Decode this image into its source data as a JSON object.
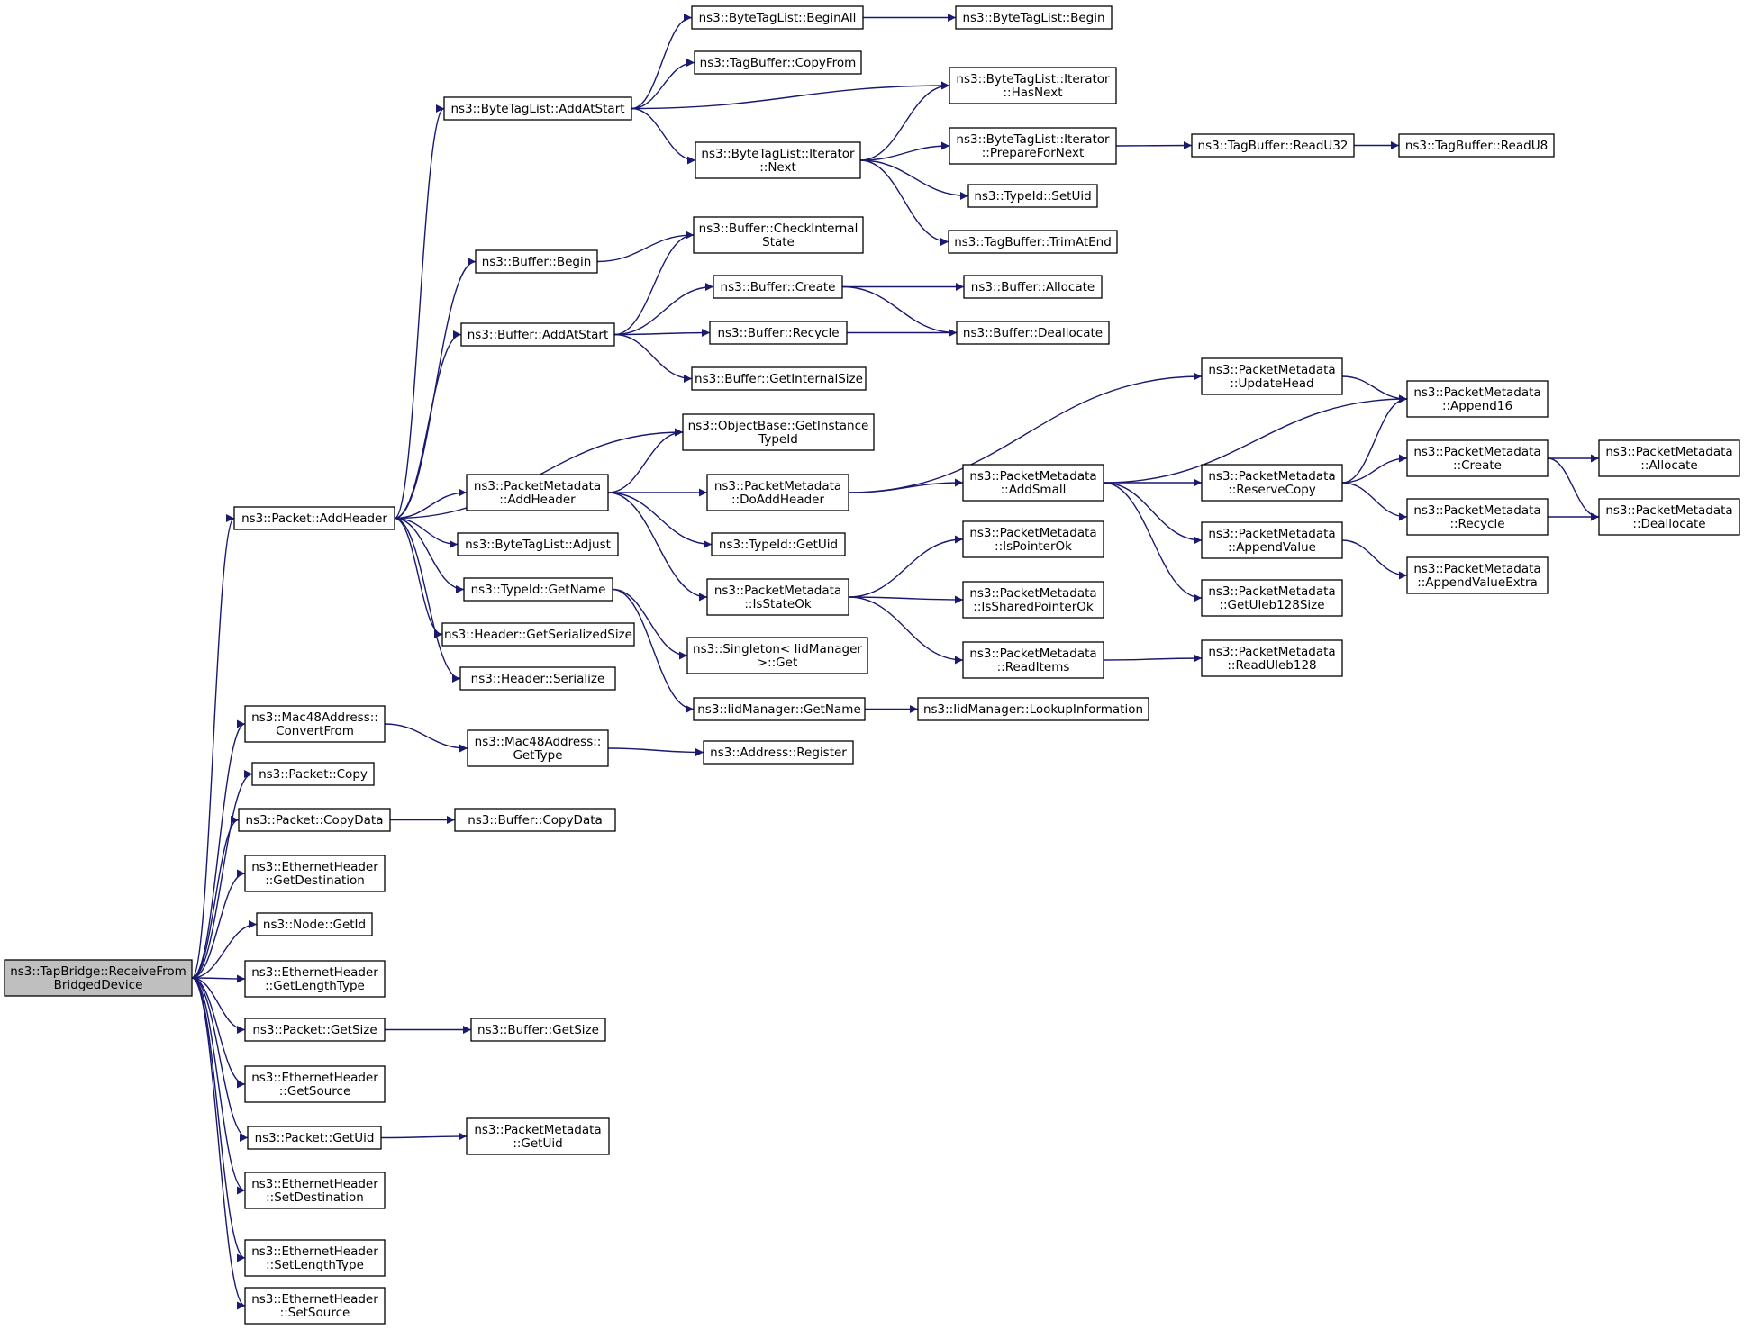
{
  "diagram": {
    "type": "call-graph",
    "nodes": [
      {
        "id": "root",
        "lines": [
          "ns3::TapBridge::ReceiveFrom",
          "BridgedDevice"
        ],
        "root": true
      },
      {
        "id": "packet_addheader",
        "lines": [
          "ns3::Packet::AddHeader"
        ]
      },
      {
        "id": "mac48_convertfrom",
        "lines": [
          "ns3::Mac48Address::",
          "ConvertFrom"
        ]
      },
      {
        "id": "packet_copy",
        "lines": [
          "ns3::Packet::Copy"
        ]
      },
      {
        "id": "packet_copydata",
        "lines": [
          "ns3::Packet::CopyData"
        ]
      },
      {
        "id": "eth_getdestination",
        "lines": [
          "ns3::EthernetHeader",
          "::GetDestination"
        ]
      },
      {
        "id": "node_getid",
        "lines": [
          "ns3::Node::GetId"
        ]
      },
      {
        "id": "eth_getlengthtype",
        "lines": [
          "ns3::EthernetHeader",
          "::GetLengthType"
        ]
      },
      {
        "id": "packet_getsize",
        "lines": [
          "ns3::Packet::GetSize"
        ]
      },
      {
        "id": "eth_getsource",
        "lines": [
          "ns3::EthernetHeader",
          "::GetSource"
        ]
      },
      {
        "id": "packet_getuid",
        "lines": [
          "ns3::Packet::GetUid"
        ]
      },
      {
        "id": "eth_setdestination",
        "lines": [
          "ns3::EthernetHeader",
          "::SetDestination"
        ]
      },
      {
        "id": "eth_setlengthtype",
        "lines": [
          "ns3::EthernetHeader",
          "::SetLengthType"
        ]
      },
      {
        "id": "eth_setsource",
        "lines": [
          "ns3::EthernetHeader",
          "::SetSource"
        ]
      },
      {
        "id": "btl_addatstart",
        "lines": [
          "ns3::ByteTagList::AddAtStart"
        ]
      },
      {
        "id": "buffer_begin",
        "lines": [
          "ns3::Buffer::Begin"
        ]
      },
      {
        "id": "buffer_addatstart",
        "lines": [
          "ns3::Buffer::AddAtStart"
        ]
      },
      {
        "id": "pm_addheader",
        "lines": [
          "ns3::PacketMetadata",
          "::AddHeader"
        ]
      },
      {
        "id": "btl_adjust",
        "lines": [
          "ns3::ByteTagList::Adjust"
        ]
      },
      {
        "id": "typeid_getname",
        "lines": [
          "ns3::TypeId::GetName"
        ]
      },
      {
        "id": "header_getserializedsize",
        "lines": [
          "ns3::Header::GetSerializedSize"
        ]
      },
      {
        "id": "header_serialize",
        "lines": [
          "ns3::Header::Serialize"
        ]
      },
      {
        "id": "mac48_gettype",
        "lines": [
          "ns3::Mac48Address::",
          "GetType"
        ]
      },
      {
        "id": "buffer_copydata",
        "lines": [
          "ns3::Buffer::CopyData"
        ]
      },
      {
        "id": "buffer_getsize",
        "lines": [
          "ns3::Buffer::GetSize"
        ]
      },
      {
        "id": "pm_getuid",
        "lines": [
          "ns3::PacketMetadata",
          "::GetUid"
        ]
      },
      {
        "id": "btl_beginall",
        "lines": [
          "ns3::ByteTagList::BeginAll"
        ]
      },
      {
        "id": "tagbuffer_copyfrom",
        "lines": [
          "ns3::TagBuffer::CopyFrom"
        ]
      },
      {
        "id": "btl_iter_next",
        "lines": [
          "ns3::ByteTagList::Iterator",
          "::Next"
        ]
      },
      {
        "id": "buffer_checkinternalstate",
        "lines": [
          "ns3::Buffer::CheckInternal",
          "State"
        ]
      },
      {
        "id": "buffer_create",
        "lines": [
          "ns3::Buffer::Create"
        ]
      },
      {
        "id": "buffer_recycle",
        "lines": [
          "ns3::Buffer::Recycle"
        ]
      },
      {
        "id": "buffer_getinternalsize",
        "lines": [
          "ns3::Buffer::GetInternalSize"
        ]
      },
      {
        "id": "objectbase_getinstancetypeid",
        "lines": [
          "ns3::ObjectBase::GetInstance",
          "TypeId"
        ]
      },
      {
        "id": "pm_doaddheader",
        "lines": [
          "ns3::PacketMetadata",
          "::DoAddHeader"
        ]
      },
      {
        "id": "typeid_getuid",
        "lines": [
          "ns3::TypeId::GetUid"
        ]
      },
      {
        "id": "pm_isstateok",
        "lines": [
          "ns3::PacketMetadata",
          "::IsStateOk"
        ]
      },
      {
        "id": "singleton_get",
        "lines": [
          "ns3::Singleton< IidManager",
          " >::Get"
        ]
      },
      {
        "id": "iidmanager_getname",
        "lines": [
          "ns3::IidManager::GetName"
        ]
      },
      {
        "id": "address_register",
        "lines": [
          "ns3::Address::Register"
        ]
      },
      {
        "id": "btl_begin",
        "lines": [
          "ns3::ByteTagList::Begin"
        ]
      },
      {
        "id": "btl_iter_hasnext",
        "lines": [
          "ns3::ByteTagList::Iterator",
          "::HasNext"
        ]
      },
      {
        "id": "btl_iter_prepare",
        "lines": [
          "ns3::ByteTagList::Iterator",
          "::PrepareForNext"
        ]
      },
      {
        "id": "typeid_setuid",
        "lines": [
          "ns3::TypeId::SetUid"
        ]
      },
      {
        "id": "tagbuffer_trimatend",
        "lines": [
          "ns3::TagBuffer::TrimAtEnd"
        ]
      },
      {
        "id": "buffer_allocate",
        "lines": [
          "ns3::Buffer::Allocate"
        ]
      },
      {
        "id": "buffer_deallocate",
        "lines": [
          "ns3::Buffer::Deallocate"
        ]
      },
      {
        "id": "pm_addsmall",
        "lines": [
          "ns3::PacketMetadata",
          "::AddSmall"
        ]
      },
      {
        "id": "pm_ispointerok",
        "lines": [
          "ns3::PacketMetadata",
          "::IsPointerOk"
        ]
      },
      {
        "id": "pm_issharedpointerok",
        "lines": [
          "ns3::PacketMetadata",
          "::IsSharedPointerOk"
        ]
      },
      {
        "id": "pm_readitems",
        "lines": [
          "ns3::PacketMetadata",
          "::ReadItems"
        ]
      },
      {
        "id": "iidmanager_lookupinformation",
        "lines": [
          "ns3::IidManager::LookupInformation"
        ]
      },
      {
        "id": "tagbuffer_readu32",
        "lines": [
          "ns3::TagBuffer::ReadU32"
        ]
      },
      {
        "id": "tagbuffer_readu8",
        "lines": [
          "ns3::TagBuffer::ReadU8"
        ]
      },
      {
        "id": "pm_updatehead",
        "lines": [
          "ns3::PacketMetadata",
          "::UpdateHead"
        ]
      },
      {
        "id": "pm_reservecopy",
        "lines": [
          "ns3::PacketMetadata",
          "::ReserveCopy"
        ]
      },
      {
        "id": "pm_appendvalue",
        "lines": [
          "ns3::PacketMetadata",
          "::AppendValue"
        ]
      },
      {
        "id": "pm_getuleb128size",
        "lines": [
          "ns3::PacketMetadata",
          "::GetUleb128Size"
        ]
      },
      {
        "id": "pm_readuleb128",
        "lines": [
          "ns3::PacketMetadata",
          "::ReadUleb128"
        ]
      },
      {
        "id": "pm_append16",
        "lines": [
          "ns3::PacketMetadata",
          "::Append16"
        ]
      },
      {
        "id": "pm_create",
        "lines": [
          "ns3::PacketMetadata",
          "::Create"
        ]
      },
      {
        "id": "pm_recycle",
        "lines": [
          "ns3::PacketMetadata",
          "::Recycle"
        ]
      },
      {
        "id": "pm_appendvalueextra",
        "lines": [
          "ns3::PacketMetadata",
          "::AppendValueExtra"
        ]
      },
      {
        "id": "pm_allocate",
        "lines": [
          "ns3::PacketMetadata",
          "::Allocate"
        ]
      },
      {
        "id": "pm_deallocate",
        "lines": [
          "ns3::PacketMetadata",
          "::Deallocate"
        ]
      }
    ],
    "edges": [
      [
        "root",
        "packet_addheader"
      ],
      [
        "root",
        "mac48_convertfrom"
      ],
      [
        "root",
        "packet_copy"
      ],
      [
        "root",
        "packet_copydata"
      ],
      [
        "root",
        "eth_getdestination"
      ],
      [
        "root",
        "node_getid"
      ],
      [
        "root",
        "eth_getlengthtype"
      ],
      [
        "root",
        "packet_getsize"
      ],
      [
        "root",
        "eth_getsource"
      ],
      [
        "root",
        "packet_getuid"
      ],
      [
        "root",
        "eth_setdestination"
      ],
      [
        "root",
        "eth_setlengthtype"
      ],
      [
        "root",
        "eth_setsource"
      ],
      [
        "packet_addheader",
        "btl_addatstart"
      ],
      [
        "packet_addheader",
        "buffer_begin"
      ],
      [
        "packet_addheader",
        "buffer_addatstart"
      ],
      [
        "packet_addheader",
        "objectbase_getinstancetypeid"
      ],
      [
        "packet_addheader",
        "pm_addheader"
      ],
      [
        "packet_addheader",
        "btl_adjust"
      ],
      [
        "packet_addheader",
        "typeid_getname"
      ],
      [
        "packet_addheader",
        "header_getserializedsize"
      ],
      [
        "packet_addheader",
        "header_serialize"
      ],
      [
        "mac48_convertfrom",
        "mac48_gettype"
      ],
      [
        "mac48_gettype",
        "address_register"
      ],
      [
        "packet_copydata",
        "buffer_copydata"
      ],
      [
        "packet_getsize",
        "buffer_getsize"
      ],
      [
        "packet_getuid",
        "pm_getuid"
      ],
      [
        "btl_addatstart",
        "btl_beginall"
      ],
      [
        "btl_addatstart",
        "tagbuffer_copyfrom"
      ],
      [
        "btl_addatstart",
        "btl_iter_hasnext"
      ],
      [
        "btl_addatstart",
        "btl_iter_next"
      ],
      [
        "btl_beginall",
        "btl_begin"
      ],
      [
        "btl_iter_next",
        "btl_iter_hasnext"
      ],
      [
        "btl_iter_next",
        "btl_iter_prepare"
      ],
      [
        "btl_iter_next",
        "typeid_setuid"
      ],
      [
        "btl_iter_next",
        "tagbuffer_trimatend"
      ],
      [
        "btl_iter_prepare",
        "tagbuffer_readu32"
      ],
      [
        "tagbuffer_readu32",
        "tagbuffer_readu8"
      ],
      [
        "buffer_begin",
        "buffer_checkinternalstate"
      ],
      [
        "buffer_addatstart",
        "buffer_checkinternalstate"
      ],
      [
        "buffer_addatstart",
        "buffer_create"
      ],
      [
        "buffer_addatstart",
        "buffer_recycle"
      ],
      [
        "buffer_addatstart",
        "buffer_getinternalsize"
      ],
      [
        "buffer_create",
        "buffer_allocate"
      ],
      [
        "buffer_create",
        "buffer_deallocate"
      ],
      [
        "buffer_recycle",
        "buffer_deallocate"
      ],
      [
        "pm_addheader",
        "objectbase_getinstancetypeid"
      ],
      [
        "pm_addheader",
        "pm_doaddheader"
      ],
      [
        "pm_addheader",
        "typeid_getuid"
      ],
      [
        "pm_addheader",
        "pm_isstateok"
      ],
      [
        "typeid_getname",
        "singleton_get"
      ],
      [
        "typeid_getname",
        "iidmanager_getname"
      ],
      [
        "iidmanager_getname",
        "iidmanager_lookupinformation"
      ],
      [
        "pm_doaddheader",
        "pm_updatehead"
      ],
      [
        "pm_doaddheader",
        "pm_addsmall"
      ],
      [
        "pm_isstateok",
        "pm_ispointerok"
      ],
      [
        "pm_isstateok",
        "pm_issharedpointerok"
      ],
      [
        "pm_isstateok",
        "pm_readitems"
      ],
      [
        "pm_readitems",
        "pm_readuleb128"
      ],
      [
        "pm_updatehead",
        "pm_append16"
      ],
      [
        "pm_addsmall",
        "pm_append16"
      ],
      [
        "pm_addsmall",
        "pm_reservecopy"
      ],
      [
        "pm_addsmall",
        "pm_appendvalue"
      ],
      [
        "pm_addsmall",
        "pm_getuleb128size"
      ],
      [
        "pm_reservecopy",
        "pm_append16"
      ],
      [
        "pm_reservecopy",
        "pm_create"
      ],
      [
        "pm_reservecopy",
        "pm_recycle"
      ],
      [
        "pm_appendvalue",
        "pm_appendvalueextra"
      ],
      [
        "pm_create",
        "pm_allocate"
      ],
      [
        "pm_create",
        "pm_deallocate"
      ],
      [
        "pm_recycle",
        "pm_deallocate"
      ]
    ]
  }
}
